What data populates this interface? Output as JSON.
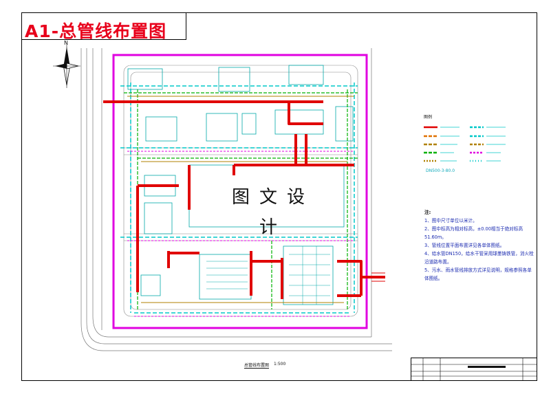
{
  "drawing": {
    "title": "A1-总管线布置图",
    "watermark": "图文设计",
    "north_letter": "N",
    "caption": "总管线布置图",
    "scale": "1:500",
    "dn_label": "DN500-3-80.0",
    "legend_header": "图例"
  },
  "notes": {
    "heading": "注:",
    "items": [
      "1、图中尺寸单位以米计。",
      "2、图中标高为相对标高，±0.00相当于绝对标高51.60m。",
      "3、管线位置平面布置详见各单体图纸。",
      "4、给水管DN150，给水干管采用球墨铸铁管，消火栓沿道路布置。",
      "5、污水、雨水管线排放方式详见说明，规格参照各单体图纸。"
    ]
  },
  "colors": {
    "boundary": "#e000e0",
    "main_pipe": "#e00000",
    "water_pipe": "#00c8c8",
    "green_pipe": "#00b000",
    "brown_pipe": "#b08000",
    "building": "#00a8a8"
  },
  "icons": [
    "north-arrow-icon"
  ]
}
